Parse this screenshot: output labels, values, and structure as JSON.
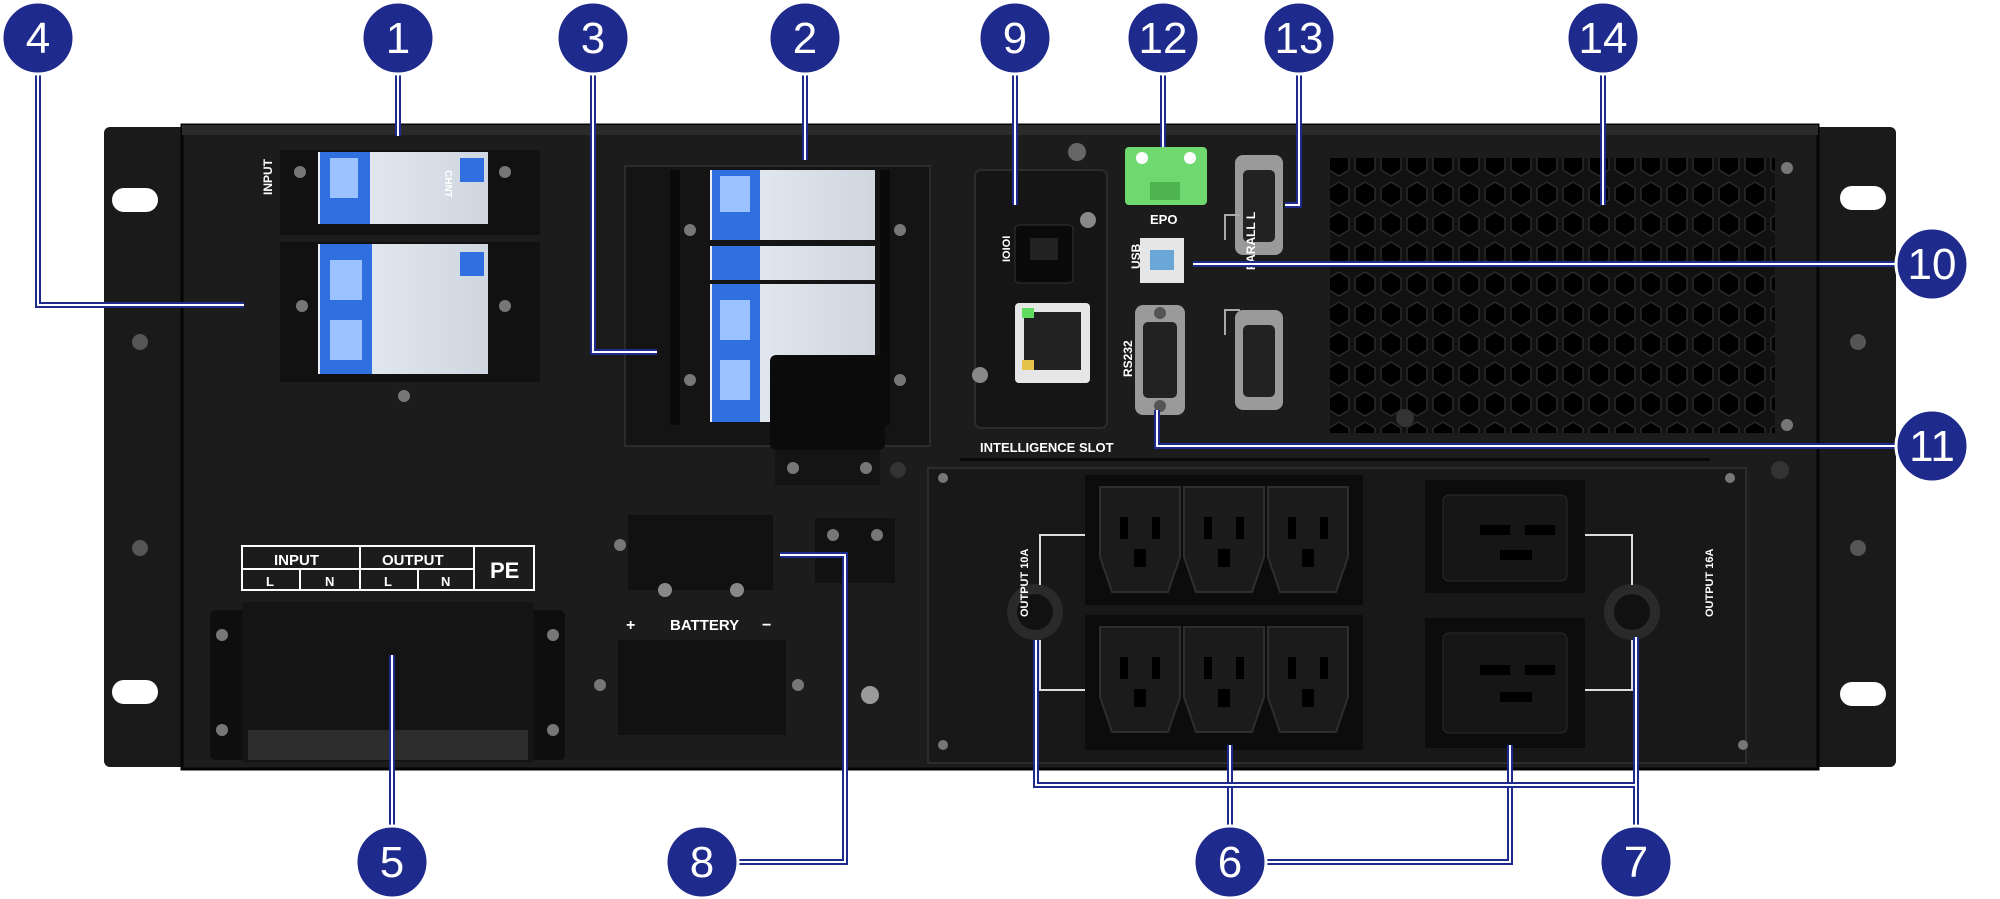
{
  "panel_labels": {
    "input_breaker": "INPUT",
    "epo": "EPO",
    "usb": "USB",
    "parallel": "PARALL L",
    "rs232": "RS232",
    "intelligence_slot": "INTELLIGENCE SLOT",
    "output_10a": "OUTPUT 10A",
    "output_16a": "OUTPUT 16A",
    "battery": "BATTERY",
    "battery_plus": "+",
    "battery_minus": "−",
    "serial_icon": "IOIOI",
    "terminal_input": "INPUT",
    "terminal_output": "OUTPUT",
    "terminal_pe": "PE",
    "terminal_l1": "L",
    "terminal_n1": "N",
    "terminal_l2": "L",
    "terminal_n2": "N",
    "breaker_brand": "CHNT"
  },
  "callouts": [
    {
      "id": "1",
      "target": "input-breaker"
    },
    {
      "id": "2",
      "target": "bypass-breaker"
    },
    {
      "id": "3",
      "target": "breaker-bracket"
    },
    {
      "id": "4",
      "target": "main-breaker"
    },
    {
      "id": "5",
      "target": "terminal-block"
    },
    {
      "id": "6",
      "target": "output-sockets"
    },
    {
      "id": "7",
      "target": "output-fuses"
    },
    {
      "id": "8",
      "target": "battery-terminal"
    },
    {
      "id": "9",
      "target": "intelligence-slot"
    },
    {
      "id": "10",
      "target": "usb-port"
    },
    {
      "id": "11",
      "target": "rs232-port"
    },
    {
      "id": "12",
      "target": "epo-connector"
    },
    {
      "id": "13",
      "target": "parallel-port"
    },
    {
      "id": "14",
      "target": "cooling-fan-vent"
    }
  ],
  "colors": {
    "badge": "#1e2a8c",
    "panel": "#1a1a1a",
    "panel_dark": "#0d0d0d",
    "breaker_blue": "#2f6fe0",
    "epo_green": "#6fd86f",
    "leader": "#1e2a8c"
  }
}
